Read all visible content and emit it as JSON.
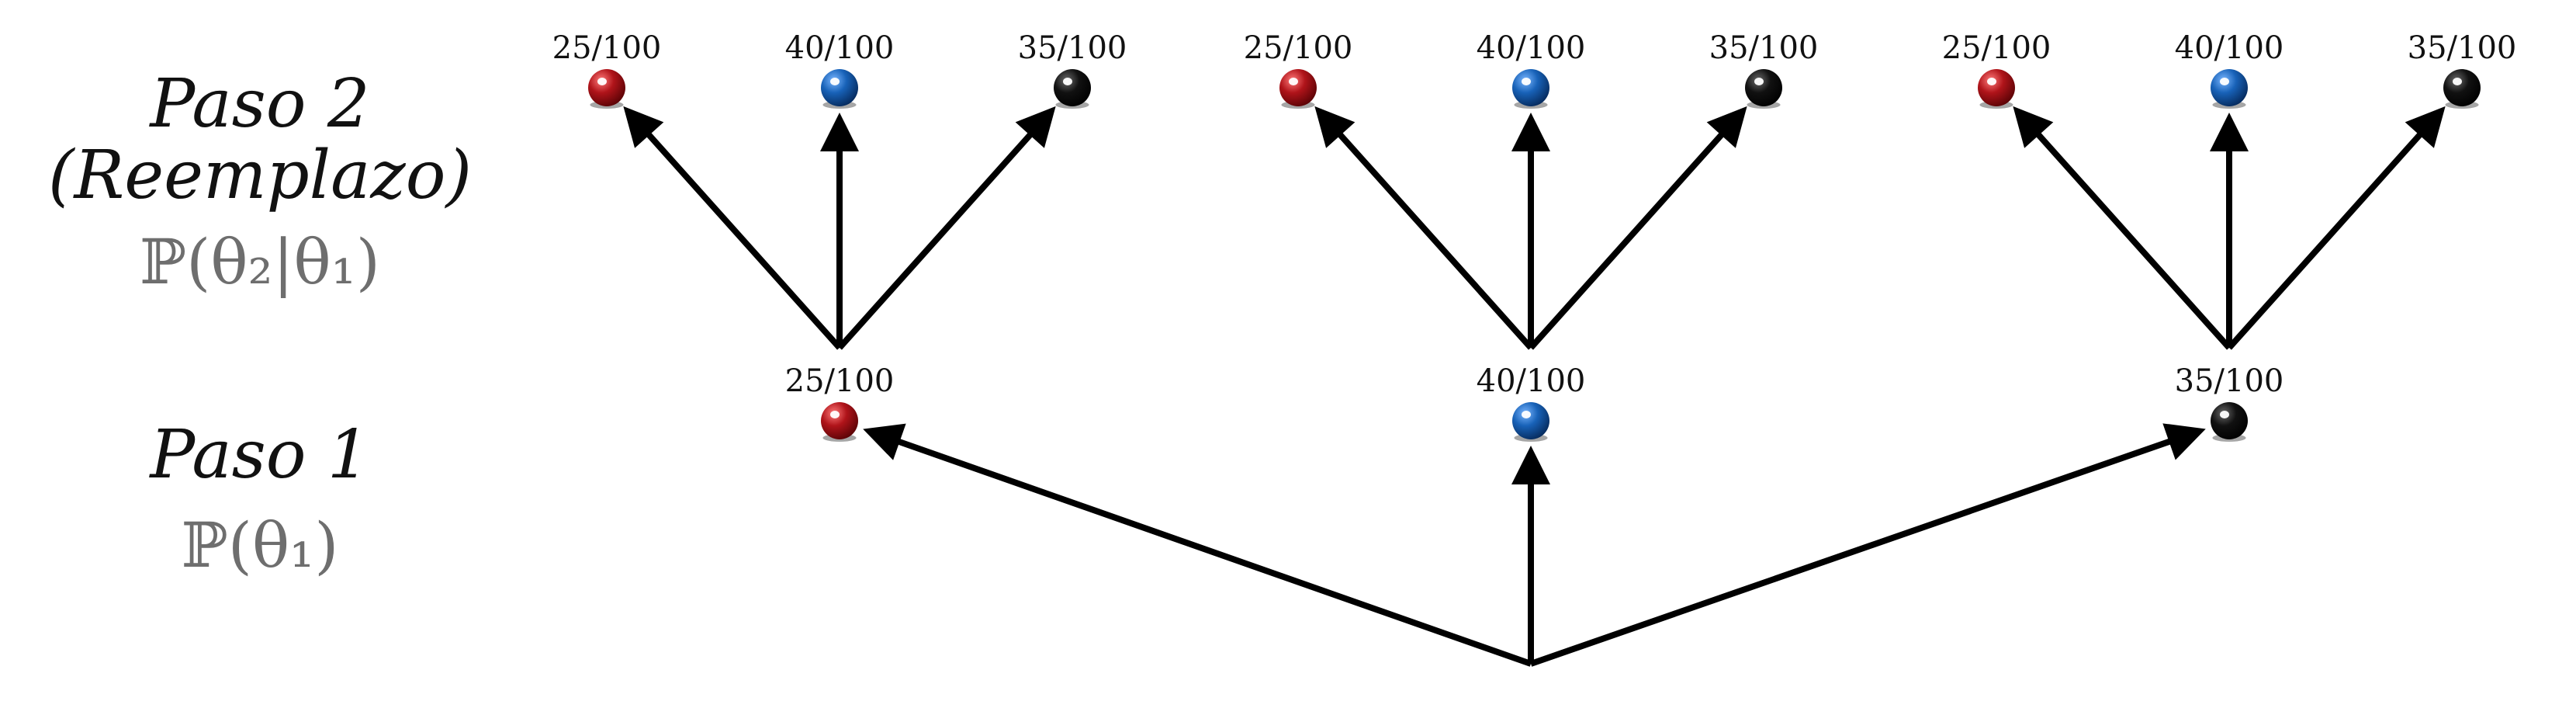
{
  "colors": {
    "red": "#b0141a",
    "blue": "#1862b8",
    "black": "#0a0a0a",
    "arrow": "#000000",
    "formula": "#6e6e6e"
  },
  "steps": {
    "step2": {
      "title_line1": "Paso 2",
      "title_line2": "(Reemplazo)",
      "formula": "ℙ(θ₂|θ₁)"
    },
    "step1": {
      "title": "Paso 1",
      "formula": "ℙ(θ₁)"
    }
  },
  "tree": {
    "level1": [
      {
        "color": "red",
        "label": "25/100"
      },
      {
        "color": "blue",
        "label": "40/100"
      },
      {
        "color": "black",
        "label": "35/100"
      }
    ],
    "level2": [
      [
        {
          "color": "red",
          "label": "25/100"
        },
        {
          "color": "blue",
          "label": "40/100"
        },
        {
          "color": "black",
          "label": "35/100"
        }
      ],
      [
        {
          "color": "red",
          "label": "25/100"
        },
        {
          "color": "blue",
          "label": "40/100"
        },
        {
          "color": "black",
          "label": "35/100"
        }
      ],
      [
        {
          "color": "red",
          "label": "25/100"
        },
        {
          "color": "blue",
          "label": "40/100"
        },
        {
          "color": "black",
          "label": "35/100"
        }
      ]
    ]
  }
}
